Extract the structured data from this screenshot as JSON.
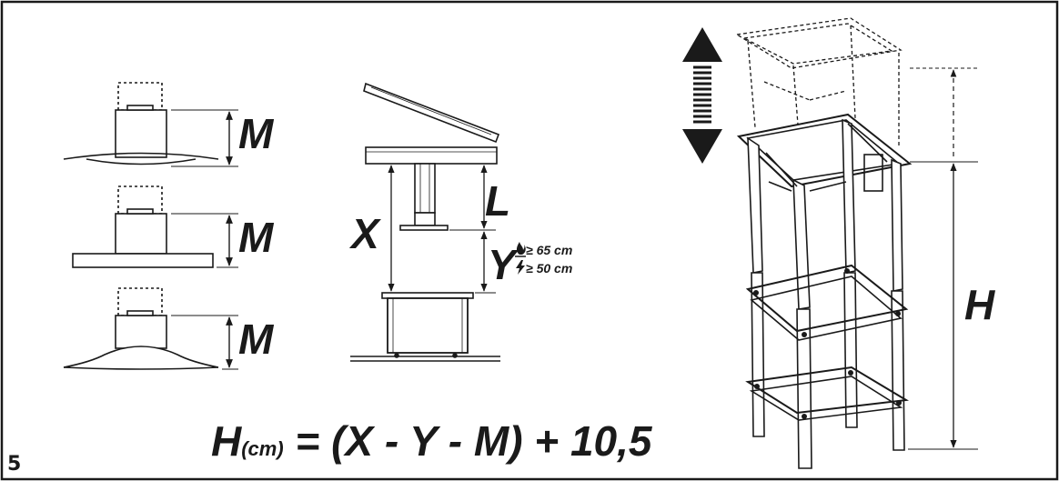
{
  "figure": {
    "number": "5"
  },
  "labels": {
    "m1": "M",
    "m2": "M",
    "m3": "M",
    "x": "X",
    "l": "L",
    "y": "Y",
    "h": "H"
  },
  "clearance": {
    "gas": "≥ 65 cm",
    "electric": "≥ 50 cm"
  },
  "formula": {
    "h": "H",
    "unit": "(cm)",
    "rest": " = (X - Y - M) + 10,5"
  },
  "icons": {
    "gas": "flame-icon",
    "electric": "lightning-icon",
    "move": "up-down-arrow-icon"
  },
  "colors": {
    "ink": "#1a1a1a",
    "paper": "#ffffff"
  }
}
